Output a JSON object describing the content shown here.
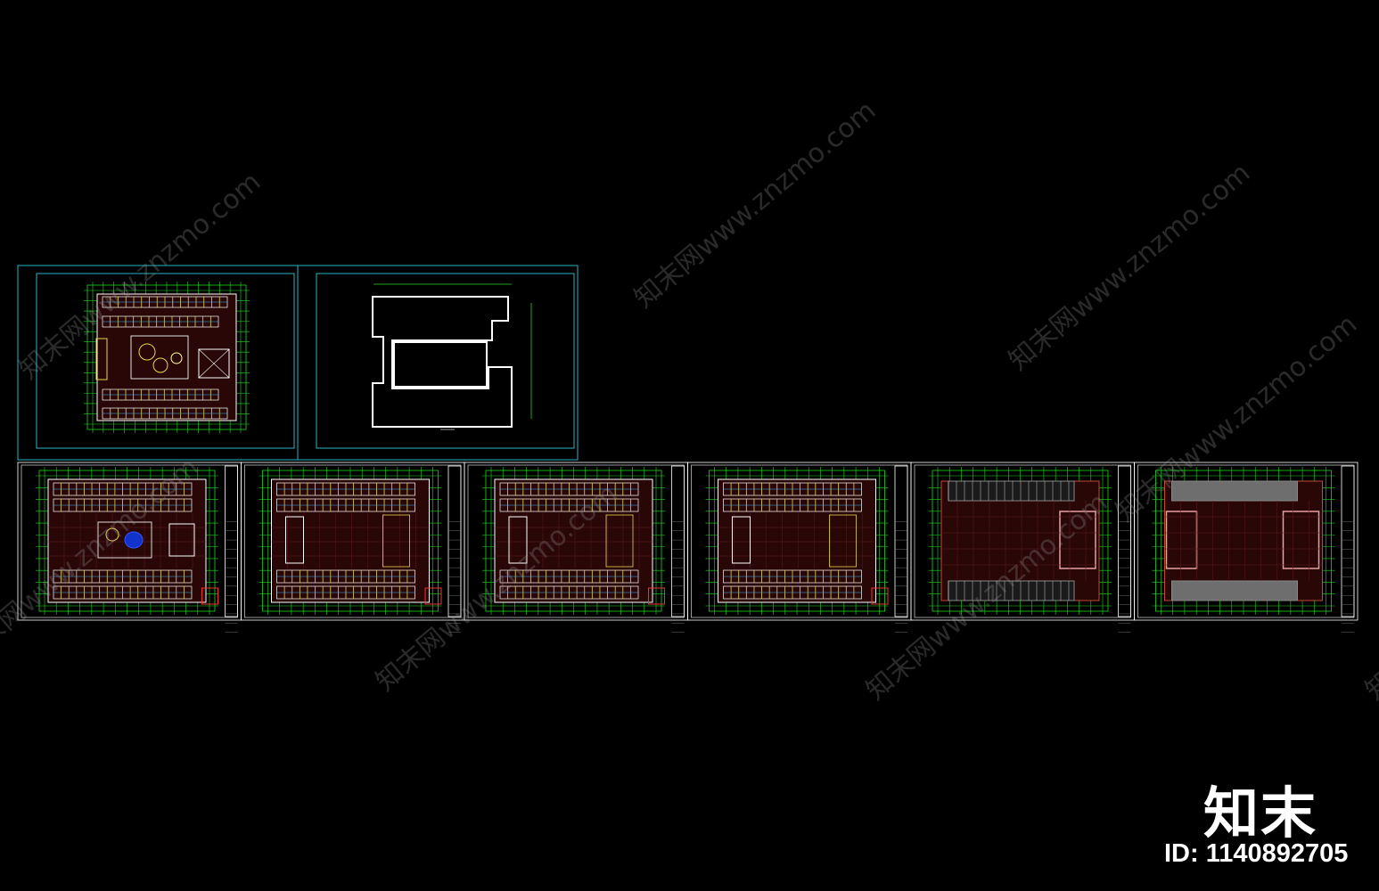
{
  "watermark": {
    "text": "知末网www.znzmo.com"
  },
  "logo": {
    "text": "知末"
  },
  "id_label": {
    "text": "ID: 1140892705"
  },
  "colors": {
    "background": "#000000",
    "frame": "#2ab5c4",
    "grid": "#1fd61f",
    "wall": "#ffffff",
    "parking": "#e3d84a",
    "floor_fill": "#2a0707",
    "roof_gray": "#6e6e6e",
    "outline_red": "#c44a32"
  },
  "sheets": [
    {
      "id": "overall-plan",
      "kind": "site-plan"
    },
    {
      "id": "outline-plan",
      "kind": "outline"
    },
    {
      "id": "basement-plan-1",
      "kind": "parking-garden"
    },
    {
      "id": "basement-plan-2",
      "kind": "parking"
    },
    {
      "id": "basement-plan-3",
      "kind": "parking"
    },
    {
      "id": "basement-plan-4",
      "kind": "parking"
    },
    {
      "id": "floor-plan-5",
      "kind": "roof"
    },
    {
      "id": "floor-plan-6",
      "kind": "roof-gray"
    }
  ]
}
